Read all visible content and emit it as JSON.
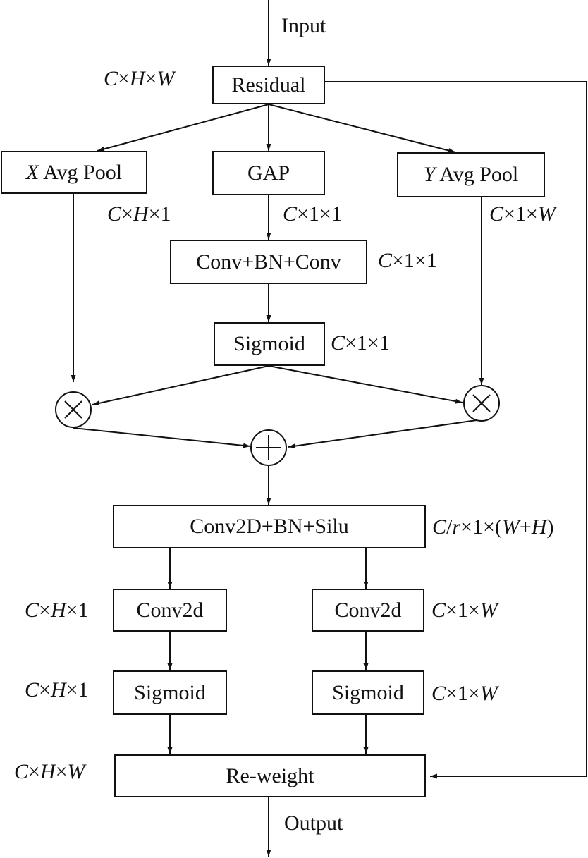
{
  "labels": {
    "input": "Input",
    "output": "Output"
  },
  "nodes": {
    "residual": "Residual",
    "x_avg_pool_var": "X",
    "x_avg_pool_rest": " Avg Pool",
    "gap": "GAP",
    "y_avg_pool_var": "Y",
    "y_avg_pool_rest": " Avg Pool",
    "conv_bn_conv": "Conv+BN+Conv",
    "sigmoid_center": "Sigmoid",
    "conv2d_bn_silu": "Conv2D+BN+Silu",
    "conv2d_left": "Conv2d",
    "conv2d_right": "Conv2d",
    "sigmoid_left": "Sigmoid",
    "sigmoid_right": "Sigmoid",
    "reweight": "Re-weight"
  },
  "operators": {
    "multiply_left": "multiply-icon",
    "multiply_right": "multiply-icon",
    "add": "plus-icon"
  }
}
